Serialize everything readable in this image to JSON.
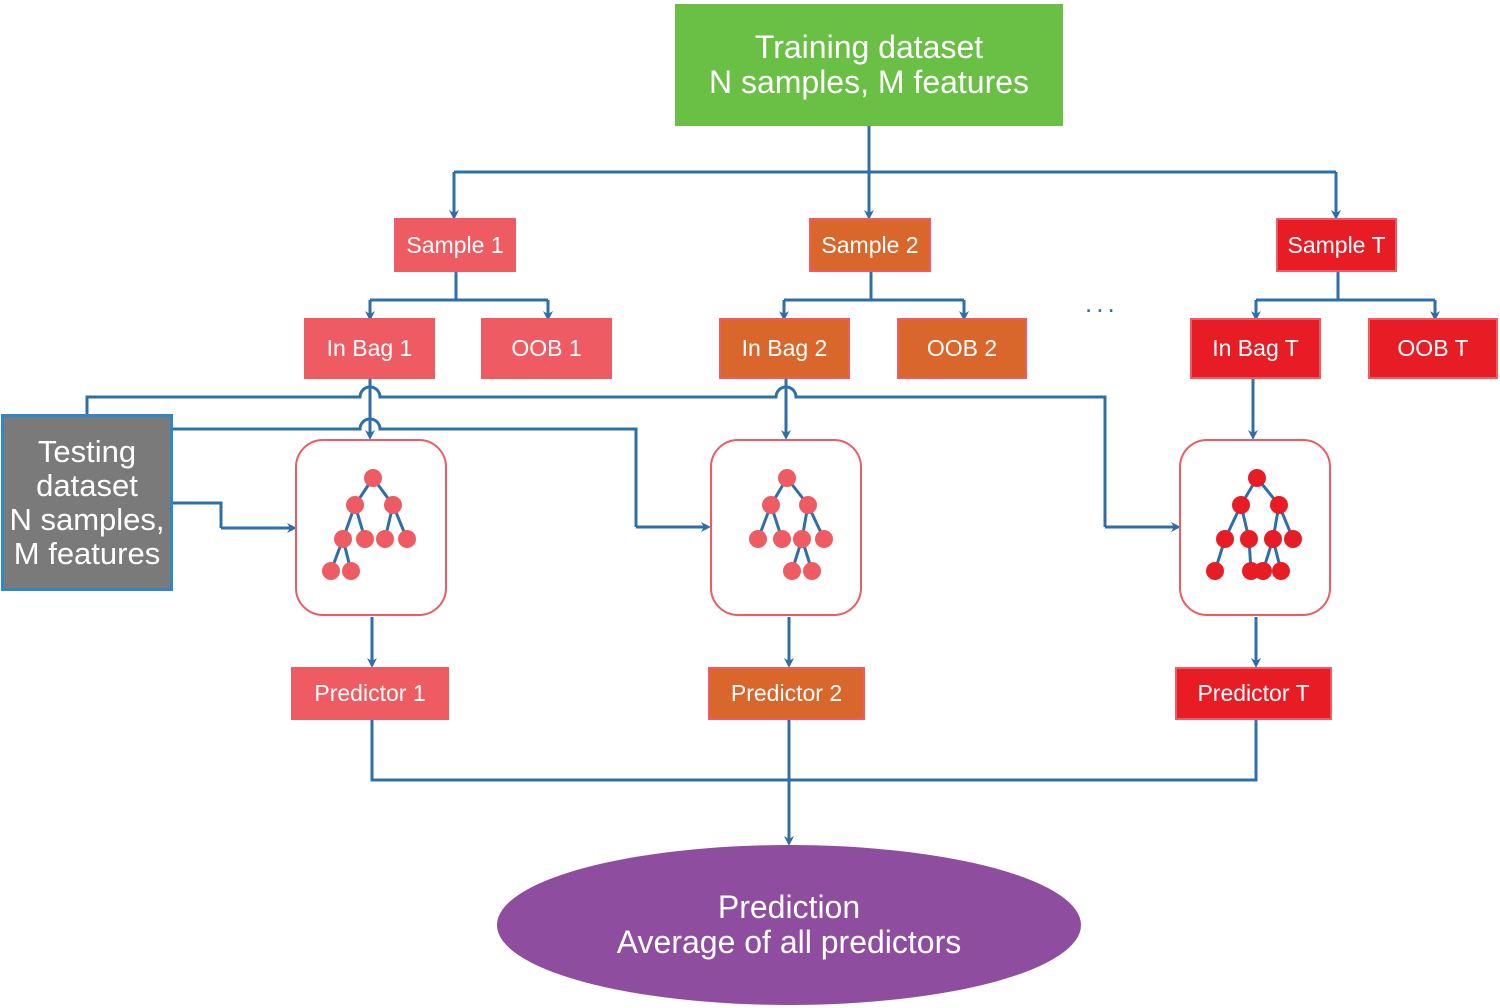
{
  "training": {
    "line1": "Training dataset",
    "line2": "N samples, M features"
  },
  "testing": {
    "line1": "Testing",
    "line2": "dataset",
    "line3": "N samples,",
    "line4": "M features"
  },
  "ellipsis": "...",
  "samples": [
    {
      "label": "Sample 1",
      "in_bag": "In Bag 1",
      "oob": "OOB 1",
      "predictor": "Predictor 1"
    },
    {
      "label": "Sample 2",
      "in_bag": "In Bag 2",
      "oob": "OOB 2",
      "predictor": "Predictor 2"
    },
    {
      "label": "Sample T",
      "in_bag": "In Bag T",
      "oob": "OOB T",
      "predictor": "Predictor T"
    }
  ],
  "prediction": {
    "line1": "Prediction",
    "line2": "Average of all predictors"
  },
  "colors": {
    "training": "#6abf45",
    "testing": "#7a7a7a",
    "branch_1": "#ef5b62",
    "branch_2": "#d9662a",
    "branch_T": "#e81c25",
    "prediction": "#8e4d9e",
    "connector": "#2f6fa8"
  }
}
